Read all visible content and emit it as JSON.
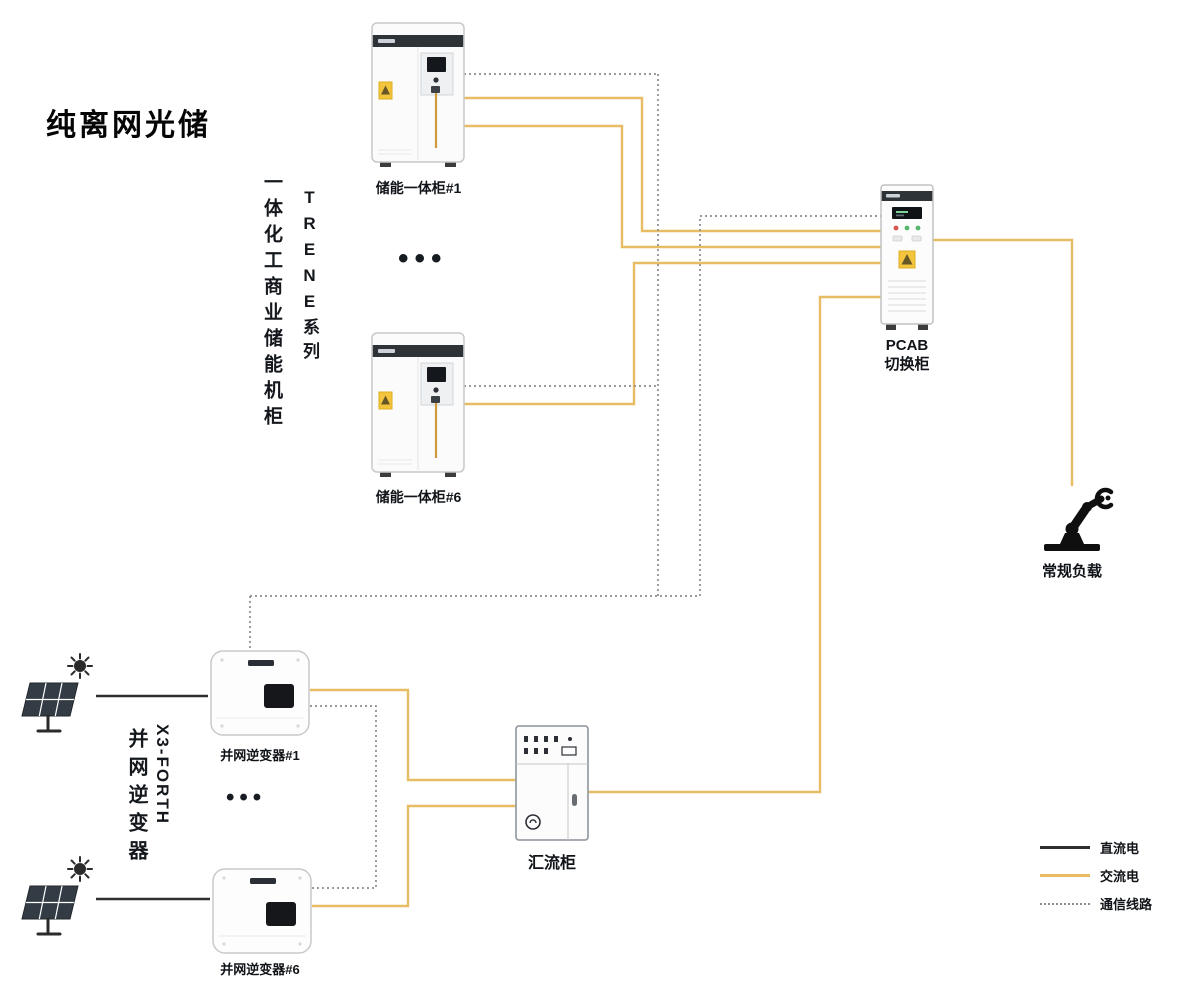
{
  "title": "纯离网光储",
  "storage_group": {
    "series": "TRENE系列",
    "name": "一体化工商业储能机柜"
  },
  "inverter_group": {
    "series": "X3-FORTH",
    "name": "并网逆变器"
  },
  "nodes": {
    "cabinet1": {
      "label": "储能一体柜#1"
    },
    "cabinet6": {
      "label": "储能一体柜#6"
    },
    "pcab": {
      "line1": "PCAB",
      "line2": "切换柜"
    },
    "load": {
      "label": "常规负载"
    },
    "inverter1": {
      "label": "并网逆变器#1"
    },
    "inverter6": {
      "label": "并网逆变器#6"
    },
    "combiner": {
      "label": "汇流柜"
    }
  },
  "ellipsis": {
    "storage": "•••",
    "inverter": "•••"
  },
  "legend": [
    {
      "id": "dc",
      "label": "直流电"
    },
    {
      "id": "ac",
      "label": "交流电"
    },
    {
      "id": "comm",
      "label": "通信线路"
    }
  ],
  "colors": {
    "dc": "#2e2e2e",
    "ac": "#e8bc63",
    "comm": "#8c8c8c",
    "warning": "#f3c53d"
  }
}
